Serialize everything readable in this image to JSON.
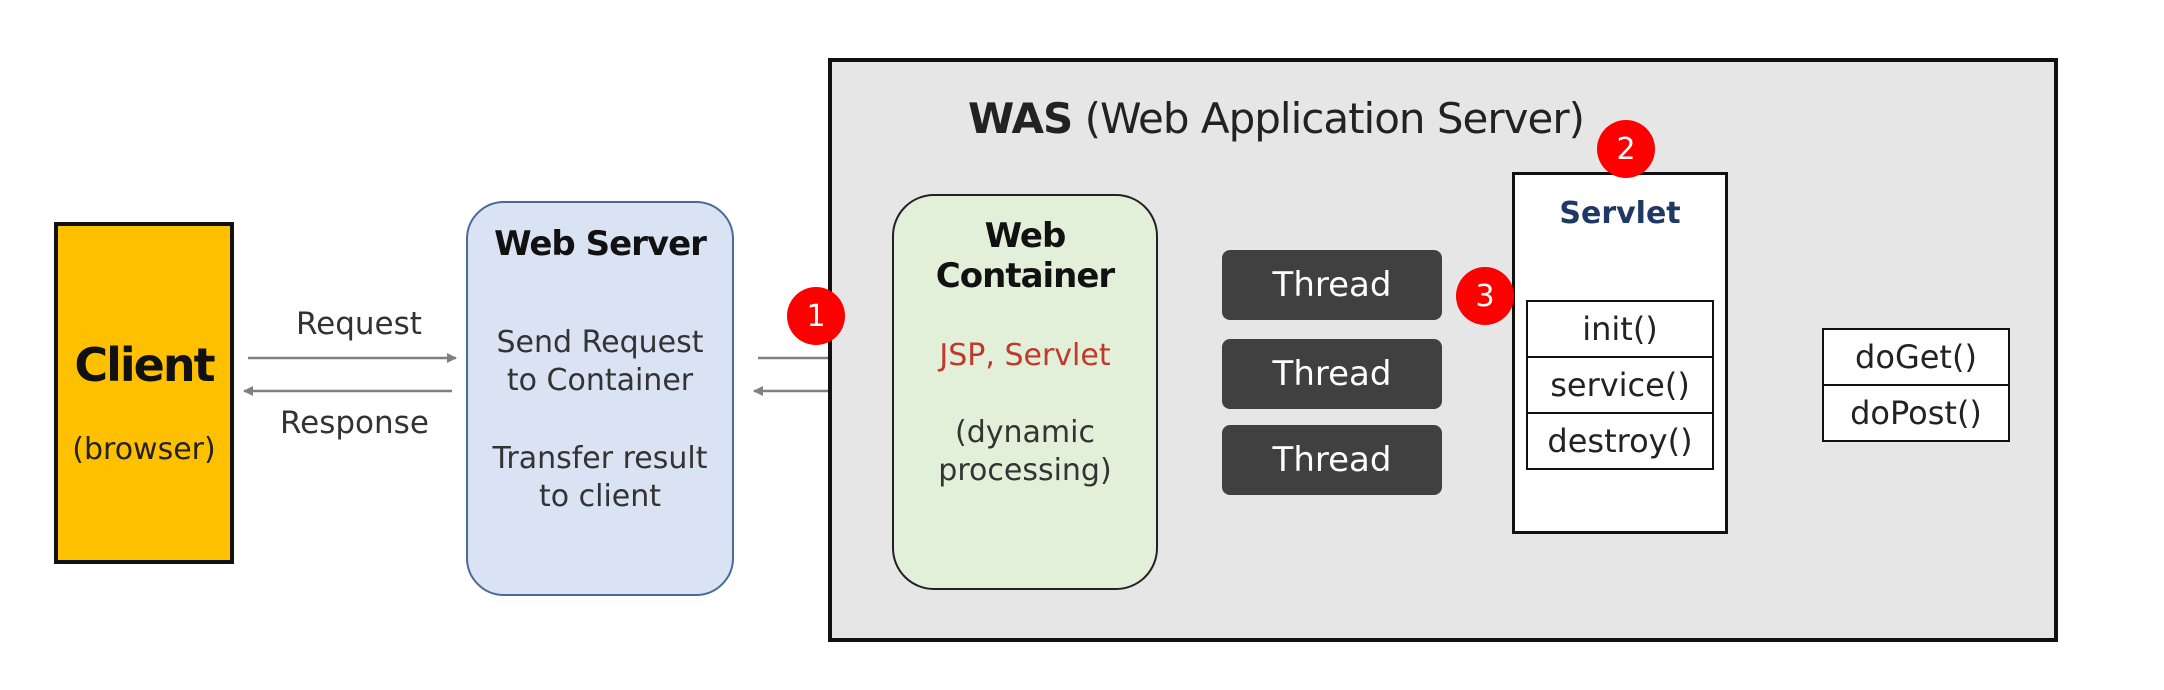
{
  "client": {
    "title": "Client",
    "subtitle": "(browser)"
  },
  "arrows": {
    "request": "Request",
    "response": "Response"
  },
  "web_server": {
    "title": "Web Server",
    "lines": [
      "Send Request",
      "to Container",
      "Transfer result",
      "to client"
    ]
  },
  "was": {
    "title_bold": "WAS",
    "title_rest": "(Web Application Server)"
  },
  "web_container": {
    "title": "Web Container",
    "highlight": "JSP, Servlet",
    "lines": [
      "(dynamic",
      "processing)"
    ]
  },
  "threads": [
    "Thread",
    "Thread",
    "Thread"
  ],
  "servlet": {
    "title": "Servlet",
    "methods": [
      "init()",
      "service()",
      "destroy()"
    ]
  },
  "handlers": [
    "doGet()",
    "doPost()"
  ],
  "badges": [
    "1",
    "2",
    "3"
  ],
  "colors": {
    "client": "#ffc000",
    "web_server": "#dae3f3",
    "was": "#e7e6e6",
    "web_container": "#e2f0d9",
    "thread": "#404040",
    "badge": "#ff0000",
    "servlet_title": "#1f3864",
    "highlight": "#c0392b"
  }
}
